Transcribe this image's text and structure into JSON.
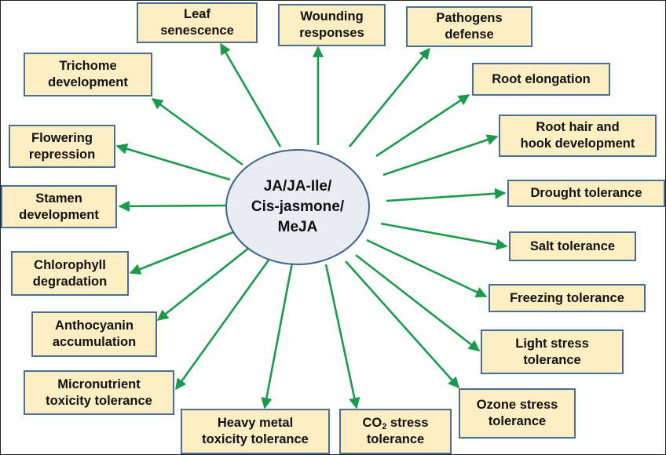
{
  "diagram": {
    "center": {
      "lines": [
        "JA/JA-Ile/",
        "Cis-jasmone/",
        "MeJA"
      ]
    },
    "colors": {
      "arrow": "#1a9a4a",
      "box_fill": "#fdefc3",
      "box_border": "#4a6e94",
      "hub_fill": "#e9ecf2",
      "hub_border": "#3c6490"
    },
    "effects": [
      {
        "id": "leaf-senescence",
        "label": "Leaf\nsenescence"
      },
      {
        "id": "wounding-responses",
        "label": "Wounding\nresponses"
      },
      {
        "id": "pathogens-defense",
        "label": "Pathogens\ndefense"
      },
      {
        "id": "trichome-development",
        "label": "Trichome\ndevelopment"
      },
      {
        "id": "root-elongation",
        "label": "Root elongation"
      },
      {
        "id": "root-hair-hook-development",
        "label": "Root hair and\nhook development"
      },
      {
        "id": "flowering-repression",
        "label": "Flowering\nrepression"
      },
      {
        "id": "stamen-development",
        "label": "Stamen\ndevelopment"
      },
      {
        "id": "drought-tolerance",
        "label": "Drought tolerance"
      },
      {
        "id": "salt-tolerance",
        "label": "Salt tolerance"
      },
      {
        "id": "chlorophyll-degradation",
        "label": "Chlorophyll\ndegradation"
      },
      {
        "id": "freezing-tolerance",
        "label": "Freezing tolerance"
      },
      {
        "id": "anthocyanin-accumulation",
        "label": "Anthocyanin\naccumulation"
      },
      {
        "id": "light-stress-tolerance",
        "label": "Light stress\ntolerance"
      },
      {
        "id": "micronutrient-toxicity-tolerance",
        "label": "Micronutrient\ntoxicity tolerance"
      },
      {
        "id": "ozone-stress-tolerance",
        "label": "Ozone stress\ntolerance"
      },
      {
        "id": "heavy-metal-toxicity-tolerance",
        "label": "Heavy metal\ntoxicity tolerance"
      },
      {
        "id": "co2-stress-tolerance",
        "label": "CO2 stress\ntolerance",
        "subscript": {
          "base": "CO",
          "sub": "2",
          "rest": " stress\ntolerance"
        }
      }
    ]
  }
}
